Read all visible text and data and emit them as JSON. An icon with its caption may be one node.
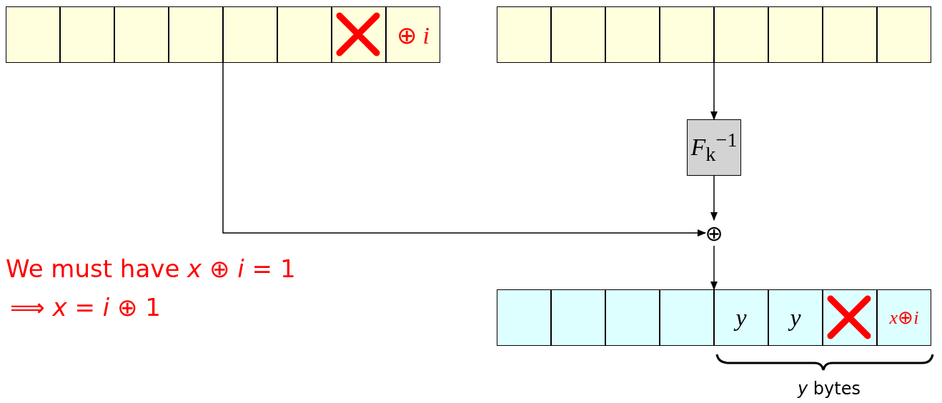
{
  "diagram": {
    "nodes": [
      {
        "text": [],
        "shape": "box"
      },
      {
        "text": [],
        "shape": "box"
      },
      {
        "text": [],
        "shape": "box"
      },
      {
        "text": [],
        "shape": "box"
      },
      {
        "text": [],
        "shape": "box"
      },
      {
        "text": [],
        "shape": "box"
      },
      {
        "text": [],
        "shape": "box"
      },
      {
        "text": [
          "⊕ *i*"
        ]
      },
      {
        "text": [],
        "shape": "box"
      },
      {
        "text": [],
        "shape": "box"
      },
      {
        "text": [],
        "shape": "box"
      },
      {
        "text": [],
        "shape": "box"
      },
      {
        "text": [],
        "shape": "box"
      },
      {
        "text": [],
        "shape": "box"
      },
      {
        "text": [],
        "shape": "box"
      },
      {
        "text": [],
        "shape": "box"
      },
      {
        "text": [
          "*F*$_{k}$$^{−1}$"
        ]
      },
      {
        "text": [
          "⊕"
        ]
      },
      {
        "text": [],
        "shape": "box"
      },
      {
        "text": [],
        "shape": "box"
      },
      {
        "text": [],
        "shape": "box"
      },
      {
        "text": [],
        "shape": "box"
      },
      {
        "text": [
          "*y*"
        ]
      },
      {
        "text": [
          "*y*"
        ]
      },
      {
        "text": [],
        "shape": "box"
      },
      {
        "text": [
          "*x*⊕*i*"
        ]
      }
    ],
    "edges": [
      {
        "from": 4,
        "to": 17,
        "arrow": "to"
      },
      {
        "from": 12,
        "to": 16,
        "arrow": "to"
      },
      {
        "from": 16,
        "to": 17,
        "arrow": "to"
      },
      {
        "from": 17,
        "to": 22,
        "arrow": "to"
      }
    ],
    "labels": [
      "We must have *x* ⊕ *i* = 1",
      "⟹ *x* = *i* ⊕ 1",
      "*y* bytes"
    ]
  }
}
